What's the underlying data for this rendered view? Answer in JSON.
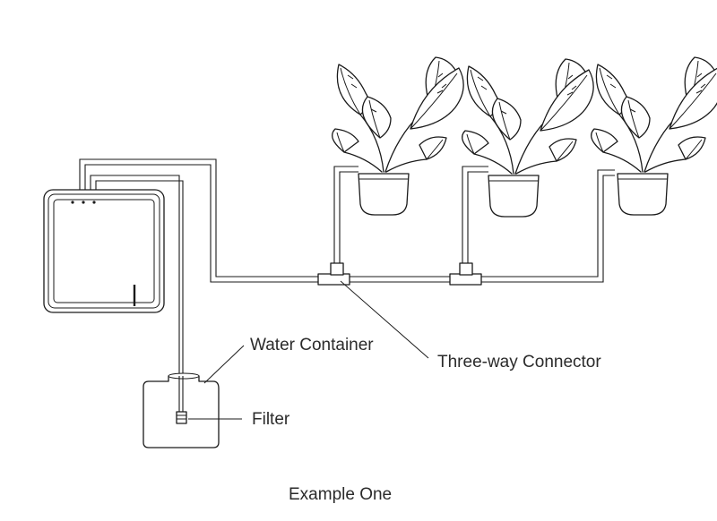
{
  "labels": {
    "water_container": "Water Container",
    "three_way_connector": "Three-way Connector",
    "filter": "Filter",
    "caption": "Example One"
  },
  "colors": {
    "ink": "#1a1a1a",
    "text": "#2b2b2b",
    "background": "#ffffff"
  }
}
